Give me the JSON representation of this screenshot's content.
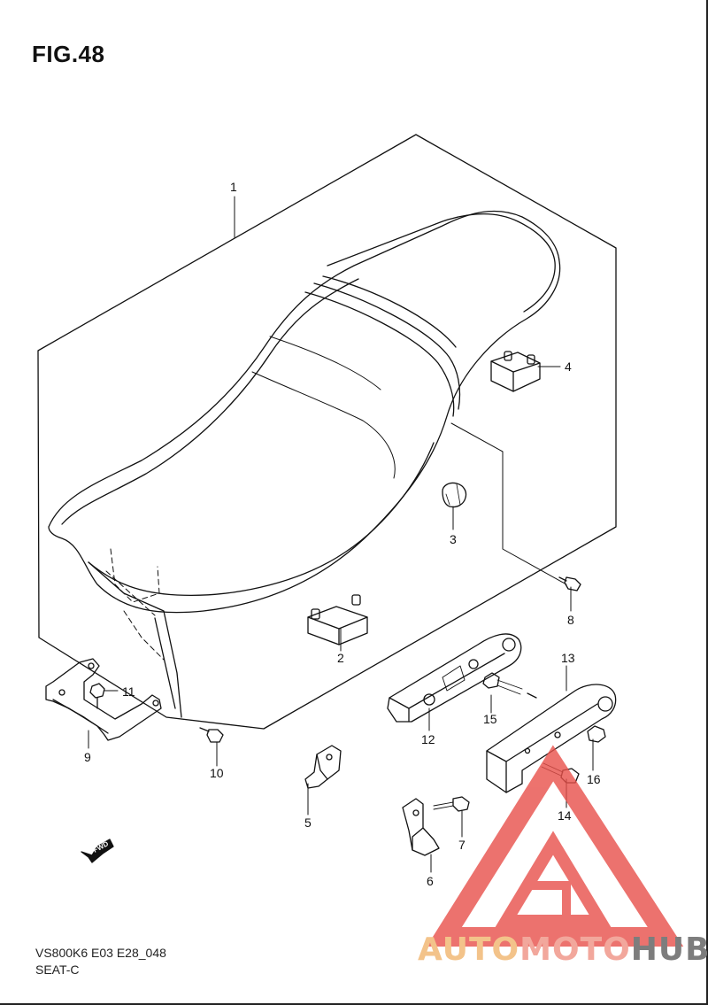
{
  "figure": {
    "title": "FIG.48",
    "model_code": "VS800K6 E03 E28_048",
    "section_name": "SEAT-C"
  },
  "callouts": [
    "1",
    "2",
    "3",
    "4",
    "5",
    "6",
    "7",
    "8",
    "9",
    "10",
    "11",
    "12",
    "13",
    "14",
    "15",
    "16"
  ],
  "badge": {
    "fwd": "FWD"
  },
  "watermark": {
    "part1": "AUTO",
    "part2": "MOTO",
    "part3": "HUB"
  },
  "colors": {
    "line": "#111111",
    "watermark_red": "#e8504a",
    "watermark_orange": "#f3c38a",
    "watermark_pink": "#f2a79c",
    "watermark_gray": "#7d7d7d"
  }
}
